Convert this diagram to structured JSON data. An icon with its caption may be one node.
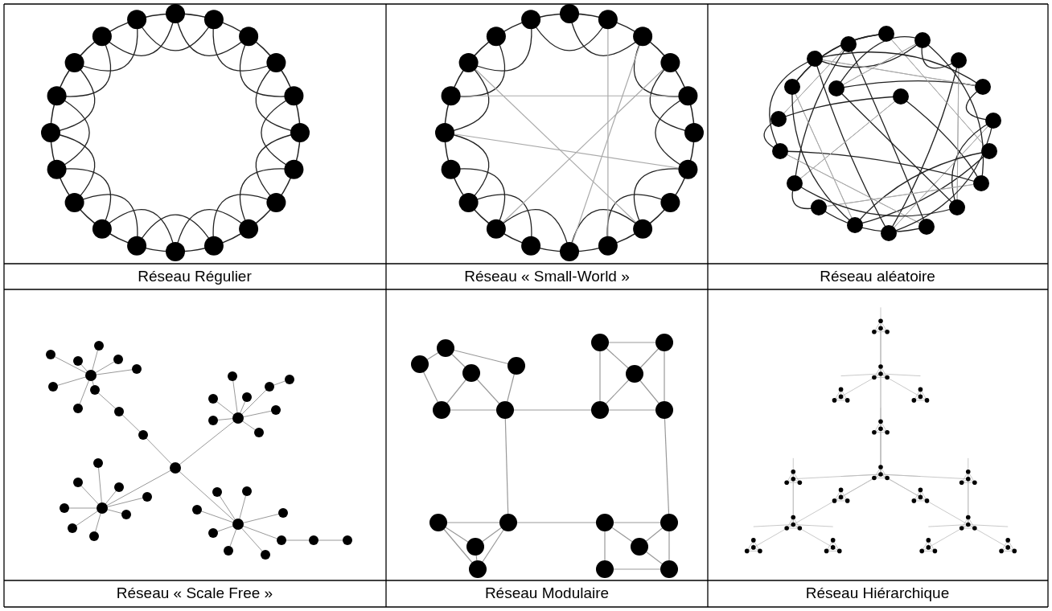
{
  "diagram": {
    "labels": [
      "Réseau Régulier",
      "Réseau « Small-World »",
      "Réseau aléatoire",
      "Réseau « Scale Free »",
      "Réseau Modulaire",
      "Réseau Hiérarchique"
    ]
  }
}
